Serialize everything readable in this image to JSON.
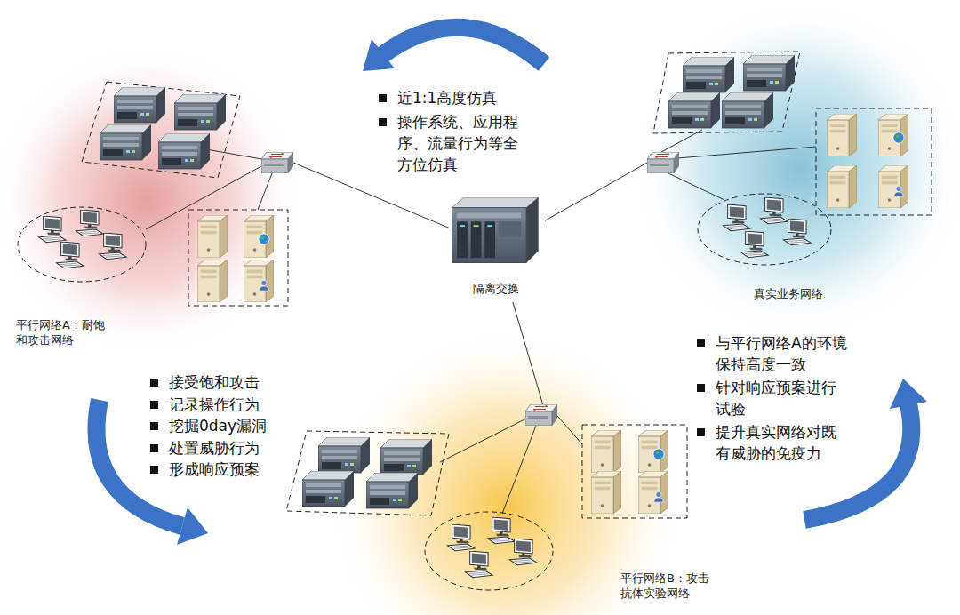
{
  "diagram": {
    "nodes": [
      {
        "text": [
          "平行网络A：耐饱和攻击网络"
        ]
      },
      {
        "text": [
          "隔离交换"
        ]
      },
      {
        "text": [
          "真实业务网络"
        ]
      },
      {
        "text": [
          "平行网络B：攻击抗体实验网络"
        ]
      }
    ],
    "edges": [
      {
        "from": 1,
        "to": 0,
        "arrow": "none"
      },
      {
        "from": 1,
        "to": 2,
        "arrow": "none"
      },
      {
        "from": 1,
        "to": 3,
        "arrow": "none"
      }
    ],
    "labels": [
      "近1:1高度仿真",
      "操作系统、应用程序、流量行为等全方位仿真",
      "接受饱和攻击",
      "记录操作行为",
      "挖掘0day漏洞",
      "处置威胁行为",
      "形成响应预案",
      "与平行网络A的环境保持高度一致",
      "针对响应预案进行试验",
      "提升真实网络对既有威胁的免疫力"
    ]
  }
}
